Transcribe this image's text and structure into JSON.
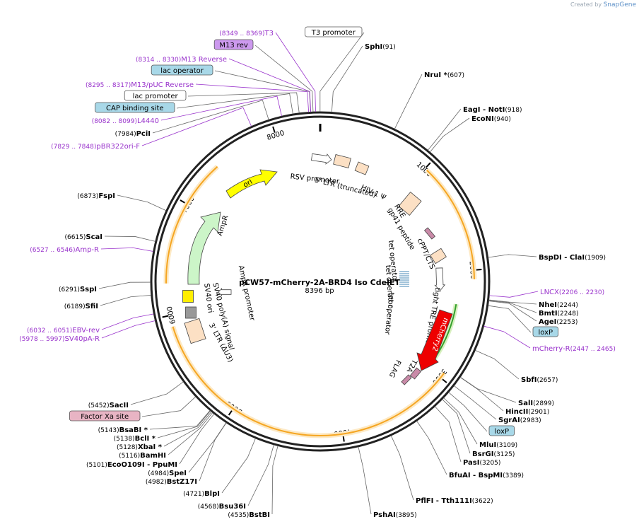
{
  "watermark": {
    "prefix": "Created by",
    "brand": "SnapGene"
  },
  "plasmid": {
    "name": "pCW57-mCherry-2A-BRD4 Iso CdelET",
    "size": "8396 bp"
  },
  "ruler_ticks": [
    {
      "bp": 1000,
      "label": "1000"
    },
    {
      "bp": 2000,
      "label": "2000"
    },
    {
      "bp": 3000,
      "label": "3000"
    },
    {
      "bp": 4000,
      "label": "4000"
    },
    {
      "bp": 5000,
      "label": "5000"
    },
    {
      "bp": 6000,
      "label": "6000"
    },
    {
      "bp": 7000,
      "label": "7000"
    },
    {
      "bp": 8000,
      "label": "8000"
    }
  ],
  "sites": [
    {
      "name": "T3 promoter",
      "pos": "",
      "kind": "box",
      "box": "#ffffff"
    },
    {
      "name": "SphI",
      "pos": "(91)",
      "kind": "enzyme"
    },
    {
      "name": "NruI *",
      "pos": "(607)",
      "kind": "enzyme"
    },
    {
      "name": "EagI - NotI",
      "pos": "(918)",
      "kind": "enzyme"
    },
    {
      "name": "EcoNI",
      "pos": "(940)",
      "kind": "enzyme"
    },
    {
      "name": "BspDI - ClaI",
      "pos": "(1909)",
      "kind": "enzyme"
    },
    {
      "name": "LNCX",
      "pos": "(2206 .. 2230)",
      "kind": "primer"
    },
    {
      "name": "NheI",
      "pos": "(2244)",
      "kind": "enzyme"
    },
    {
      "name": "BmtI",
      "pos": "(2248)",
      "kind": "enzyme"
    },
    {
      "name": "AgeI",
      "pos": "(2253)",
      "kind": "enzyme"
    },
    {
      "name": "loxP",
      "pos": "",
      "kind": "box",
      "box": "#a8d8e8"
    },
    {
      "name": "mCherry-R",
      "pos": "(2447 .. 2465)",
      "kind": "primer"
    },
    {
      "name": "SbfI",
      "pos": "(2657)",
      "kind": "enzyme"
    },
    {
      "name": "SalI",
      "pos": "(2899)",
      "kind": "enzyme"
    },
    {
      "name": "HincII",
      "pos": "(2901)",
      "kind": "enzyme"
    },
    {
      "name": "SgrAI",
      "pos": "(2983)",
      "kind": "enzyme"
    },
    {
      "name": "loxP",
      "pos": "",
      "kind": "box",
      "box": "#a8d8e8"
    },
    {
      "name": "MluI",
      "pos": "(3109)",
      "kind": "enzyme"
    },
    {
      "name": "BsrGI",
      "pos": "(3125)",
      "kind": "enzyme"
    },
    {
      "name": "PasI",
      "pos": "(3205)",
      "kind": "enzyme"
    },
    {
      "name": "BfuAI - BspMI",
      "pos": "(3389)",
      "kind": "enzyme"
    },
    {
      "name": "PflFI - Tth111I",
      "pos": "(3622)",
      "kind": "enzyme"
    },
    {
      "name": "PshAI",
      "pos": "(3895)",
      "kind": "enzyme"
    },
    {
      "name": "BstBI",
      "pos": "(4535)",
      "kind": "enzyme"
    },
    {
      "name": "Bsu36I",
      "pos": "(4568)",
      "kind": "enzyme"
    },
    {
      "name": "BlpI",
      "pos": "(4721)",
      "kind": "enzyme"
    },
    {
      "name": "BstZ17I",
      "pos": "(4982)",
      "kind": "enzyme"
    },
    {
      "name": "SpeI",
      "pos": "(4984)",
      "kind": "enzyme"
    },
    {
      "name": "EcoO109I - PpuMI",
      "pos": "(5101)",
      "kind": "enzyme"
    },
    {
      "name": "BamHI",
      "pos": "(5116)",
      "kind": "enzyme"
    },
    {
      "name": "XbaI *",
      "pos": "(5128)",
      "kind": "enzyme"
    },
    {
      "name": "BclI *",
      "pos": "(5138)",
      "kind": "enzyme"
    },
    {
      "name": "BsaBI *",
      "pos": "(5143)",
      "kind": "enzyme"
    },
    {
      "name": "Factor Xa site",
      "pos": "",
      "kind": "box",
      "box": "#e8b4c4"
    },
    {
      "name": "SacII",
      "pos": "(5452)",
      "kind": "enzyme"
    },
    {
      "name": "SV40pA-R",
      "pos": "(5978 .. 5997)",
      "kind": "primer"
    },
    {
      "name": "EBV-rev",
      "pos": "(6032 .. 6051)",
      "kind": "primer"
    },
    {
      "name": "SfiI",
      "pos": "(6189)",
      "kind": "enzyme"
    },
    {
      "name": "SspI",
      "pos": "(6291)",
      "kind": "enzyme"
    },
    {
      "name": "Amp-R",
      "pos": "(6527 .. 6546)",
      "kind": "primer"
    },
    {
      "name": "ScaI",
      "pos": "(6615)",
      "kind": "enzyme"
    },
    {
      "name": "FspI",
      "pos": "(6873)",
      "kind": "enzyme"
    },
    {
      "name": "pBR322ori-F",
      "pos": "(7829 .. 7848)",
      "kind": "primer"
    },
    {
      "name": "PciI",
      "pos": "(7984)",
      "kind": "enzyme"
    },
    {
      "name": "L4440",
      "pos": "(8082 .. 8099)",
      "kind": "primer"
    },
    {
      "name": "CAP binding site",
      "pos": "",
      "kind": "box",
      "box": "#a8d8e8"
    },
    {
      "name": "lac promoter",
      "pos": "",
      "kind": "box",
      "box": "#ffffff"
    },
    {
      "name": "M13/pUC Reverse",
      "pos": "(8295 .. 8317)",
      "kind": "primer"
    },
    {
      "name": "lac operator",
      "pos": "",
      "kind": "box",
      "box": "#a8d8e8"
    },
    {
      "name": "M13 Reverse",
      "pos": "(8314 .. 8330)",
      "kind": "primer"
    },
    {
      "name": "M13 rev",
      "pos": "",
      "kind": "box",
      "box": "#cc99ee"
    },
    {
      "name": "T3",
      "pos": "(8349 .. 8369)",
      "kind": "primer"
    }
  ],
  "features": [
    {
      "name": "RSV promoter",
      "color": "#ffffff"
    },
    {
      "name": "5' LTR (truncated)",
      "color": "#fce0c4"
    },
    {
      "name": "HIV-1 Ψ",
      "color": "#fce0c4"
    },
    {
      "name": "RRE",
      "color": "#fce0c4"
    },
    {
      "name": "gp41 peptide",
      "color": "#c98aa8"
    },
    {
      "name": "cPPT/CTS",
      "color": "#fce0c4"
    },
    {
      "name": "tet operator",
      "color": "#8ab4d0"
    },
    {
      "name": "tet operator",
      "color": "#8ab4d0"
    },
    {
      "name": "tet operator",
      "color": "#8ab4d0"
    },
    {
      "name": "tight TRE promoter",
      "color": "#ffffff"
    },
    {
      "name": "mCherry2",
      "color": "#ee0000"
    },
    {
      "name": "T2A",
      "color": "#c98aa8"
    },
    {
      "name": "FLAG",
      "color": "#c98aa8"
    },
    {
      "name": "3' LTR (ΔU3)",
      "color": "#fce0c4"
    },
    {
      "name": "SV40 poly(A) signal",
      "color": "#999999"
    },
    {
      "name": "SV40 ori",
      "color": "#ffee00"
    },
    {
      "name": "AmpR promoter",
      "color": "#ffffff"
    },
    {
      "name": "AmpR",
      "color": "#ccf5c8"
    },
    {
      "name": "ori",
      "color": "#ffff00"
    }
  ],
  "colors": {
    "enzyme": "#000000",
    "position": "#000000",
    "primer": "#9933cc",
    "ring": "#222222",
    "orf": "#f5a623"
  }
}
